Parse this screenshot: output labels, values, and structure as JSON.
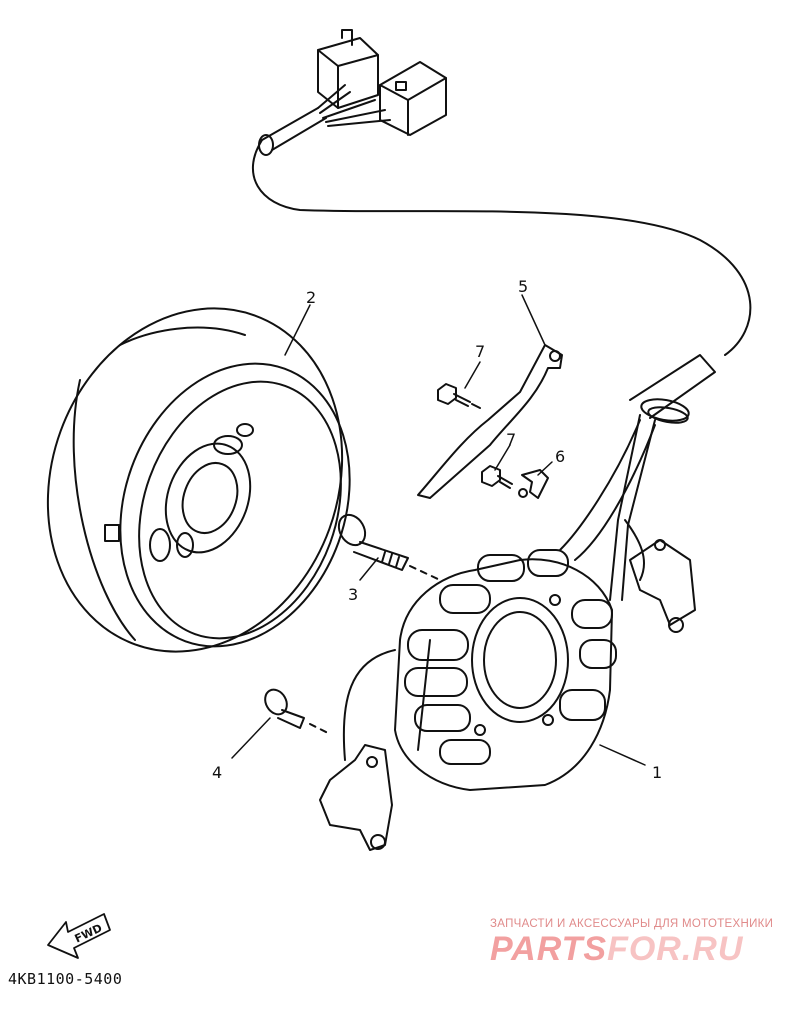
{
  "callouts": [
    {
      "id": "1",
      "label": "1"
    },
    {
      "id": "2",
      "label": "2"
    },
    {
      "id": "3",
      "label": "3"
    },
    {
      "id": "4",
      "label": "4"
    },
    {
      "id": "5",
      "label": "5"
    },
    {
      "id": "6",
      "label": "6"
    },
    {
      "id": "7a",
      "label": "7"
    },
    {
      "id": "7b",
      "label": "7"
    }
  ],
  "fwd_label": "FWD",
  "diagram_code": "4KB1100-5400",
  "watermark": {
    "tagline": "ЗАПЧАСТИ И АКСЕССУАРЫ ДЛЯ МОТОТЕХНИКИ",
    "brand_part1": "PARTS",
    "brand_part2": "FOR.RU"
  }
}
